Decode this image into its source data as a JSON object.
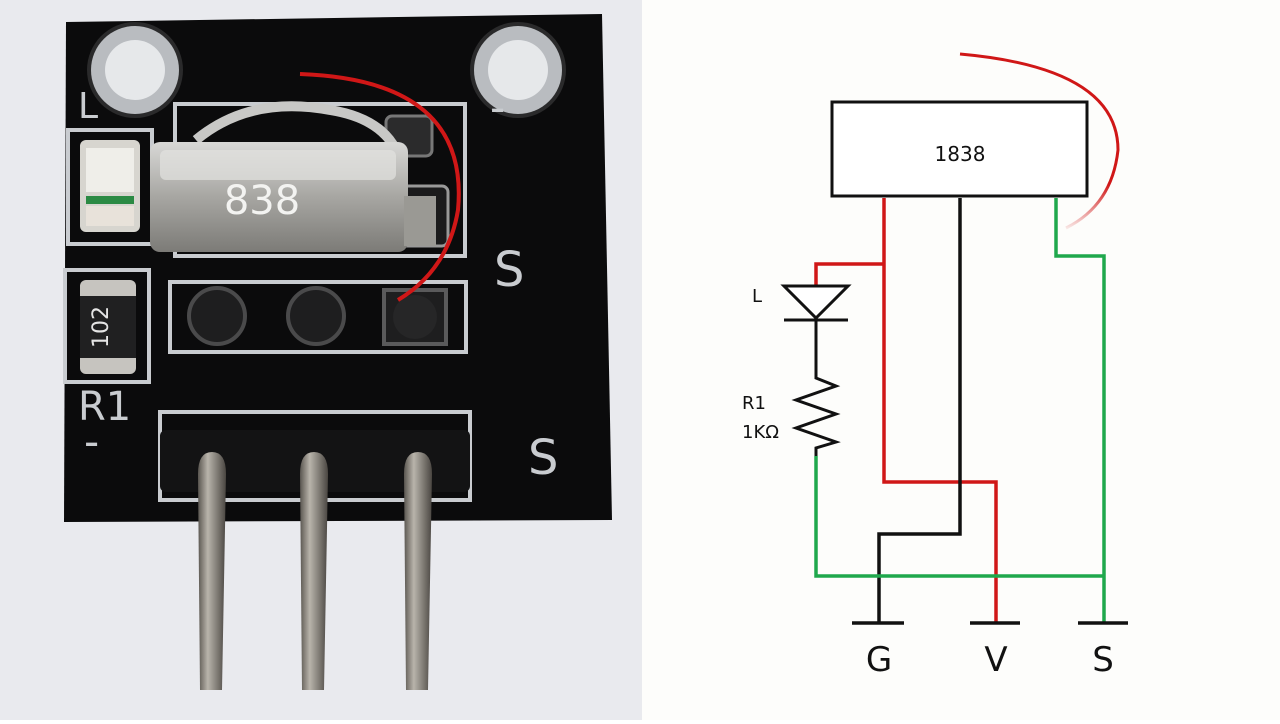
{
  "photo": {
    "silk_label_led": "L",
    "silk_label_resistor": "R1",
    "silk_label_s_upper": "S",
    "silk_label_s_lower": "S",
    "silk_minus_left": "-",
    "silk_minus_right": "-",
    "sensor_marking": "838",
    "resistor_marking": "102",
    "colors": {
      "board": "#0b0b0c",
      "silkscreen": "#c9ccd0",
      "pad": "#b9bcc0",
      "photo_background": "#e9eaee",
      "arc": "#d01717"
    }
  },
  "schematic": {
    "ic_label": "1838",
    "led_label": "L",
    "resistor_name": "R1",
    "resistor_value": "1KΩ",
    "pins": [
      "G",
      "V",
      "S"
    ],
    "colors": {
      "red": "#d01717",
      "black": "#111111",
      "green": "#1fa84c",
      "background": "#fdfdfb"
    }
  }
}
